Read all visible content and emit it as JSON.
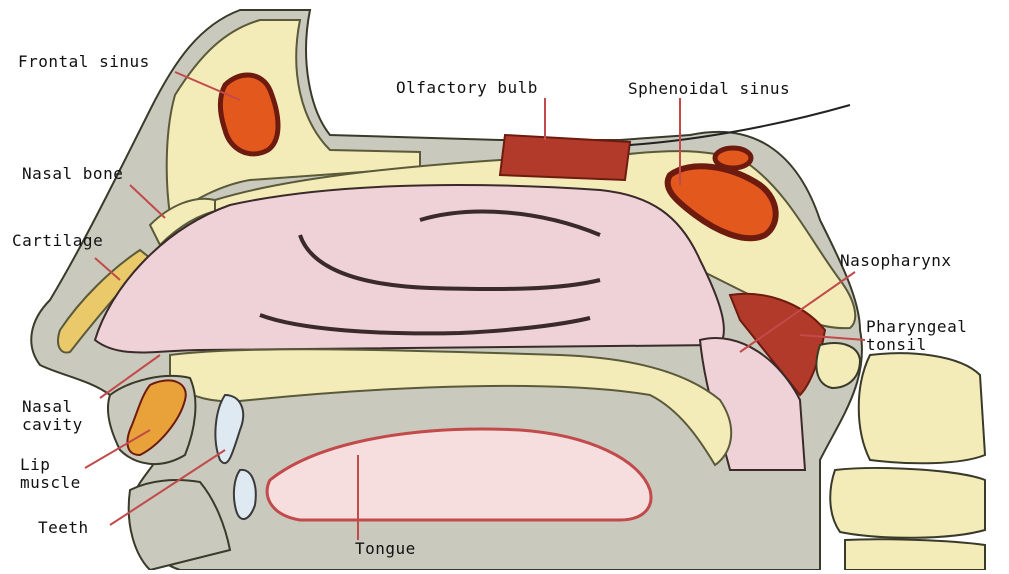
{
  "labels": {
    "frontal_sinus": "Frontal sinus",
    "olfactory_bulb": "Olfactory bulb",
    "sphenoidal_sinus": "Sphenoidal sinus",
    "nasal_bone": "Nasal bone",
    "cartilage": "Cartilage",
    "nasopharynx": "Nasopharynx",
    "pharyngeal_tonsil": "Pharyngeal\ntonsil",
    "nasal_cavity": "Nasal\ncavity",
    "lip_muscle": "Lip\nmuscle",
    "teeth": "Teeth",
    "tongue": "Tongue"
  },
  "colors": {
    "bone": "#f3ecb8",
    "bone_outline": "#5a5a3a",
    "soft_tissue": "#efd2d8",
    "mucosa": "#e7b6bf",
    "sinus": "#e2581d",
    "sinus_dark": "#6e1b0f",
    "tonsil": "#b23a2a",
    "tongue": "#f6dede",
    "gray_tissue": "#c9c9bd",
    "leader": "#c24a4a"
  }
}
